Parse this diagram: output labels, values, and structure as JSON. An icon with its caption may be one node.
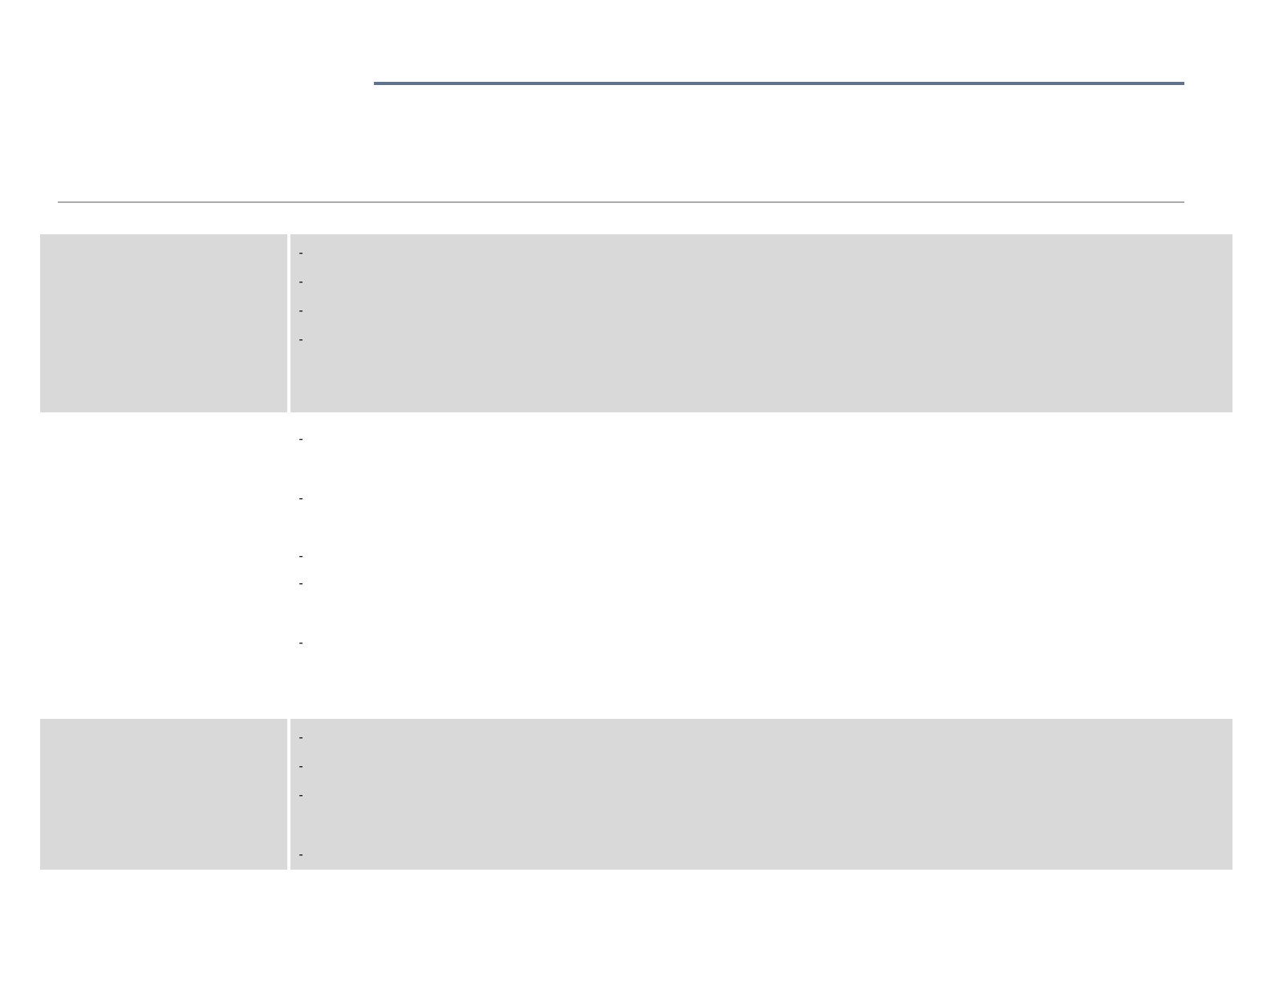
{
  "diagram": {
    "nodes": [
      {
        "text": [],
        "shape": "box"
      },
      {
        "text": [],
        "shape": "box"
      },
      {
        "text": [],
        "shape": "box"
      },
      {
        "text": [],
        "shape": "box"
      }
    ],
    "labels": [
      "-",
      "-",
      "-",
      "-",
      "-",
      "-",
      "-",
      "-",
      "-",
      "-",
      "-",
      "-",
      "-"
    ]
  }
}
